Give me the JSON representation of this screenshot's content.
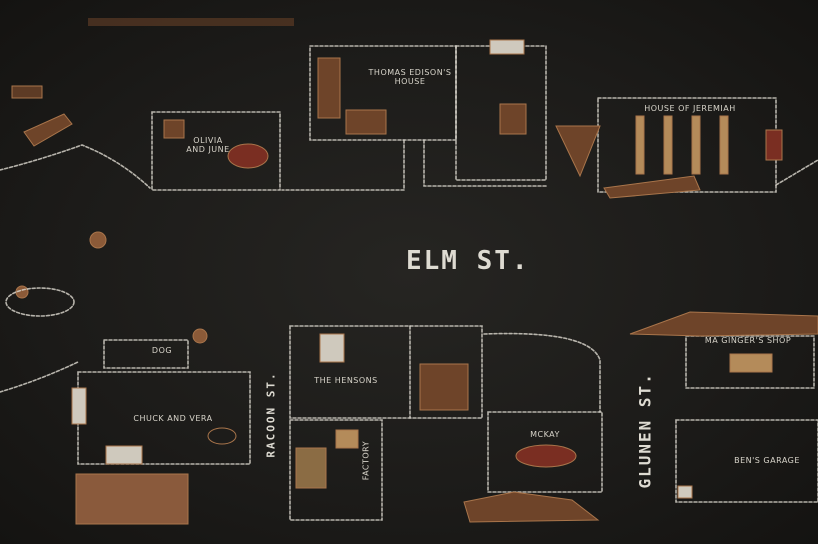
{
  "map": {
    "streets": {
      "main": "ELM ST.",
      "side_left": "RACOON ST.",
      "side_right": "GLUNEN ST."
    },
    "buildings": {
      "edison": "THOMAS EDISON'S HOUSE",
      "olivia": "OLIVIA AND JUNE",
      "jeremiah": "HOUSE OF JEREMIAH",
      "dog": "DOG",
      "chuck": "CHUCK AND VERA",
      "hensons": "THE HENSONS",
      "factory": "FACTORY",
      "mckay": "McKAY",
      "ginger": "MA GINGER'S SHOP",
      "garage": "BEN'S GARAGE"
    },
    "colors": {
      "chalk": "#d9d6cc",
      "ground": "#1c1b19",
      "wood": "#7a4a2c"
    }
  }
}
